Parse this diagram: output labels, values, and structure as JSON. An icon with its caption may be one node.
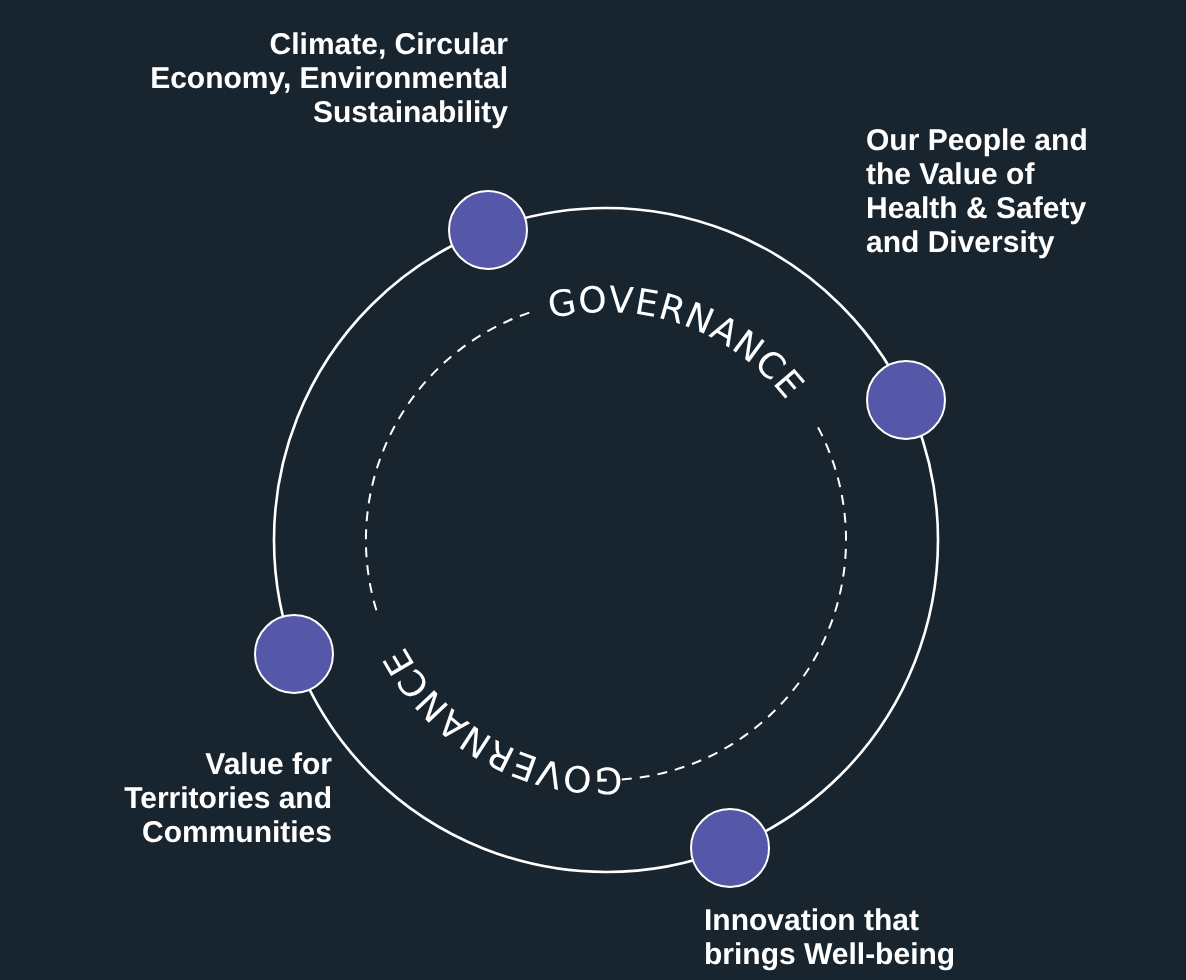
{
  "diagram": {
    "nodes": [
      {
        "text": [],
        "shape": "circle",
        "beside": [
          "Climate, Circular Economy, Environmental Sustainability"
        ]
      },
      {
        "text": [],
        "shape": "circle",
        "beside": [
          "Our People and the Value of Health & Safety and Diversity"
        ]
      },
      {
        "text": [],
        "shape": "circle",
        "beside": [
          "Value for Territories and Communities"
        ]
      },
      {
        "text": [],
        "shape": "circle",
        "beside": [
          "Innovation that brings Well-being"
        ]
      }
    ],
    "labels": [
      "GOVERNANCE",
      "GOVERNANCE"
    ]
  }
}
